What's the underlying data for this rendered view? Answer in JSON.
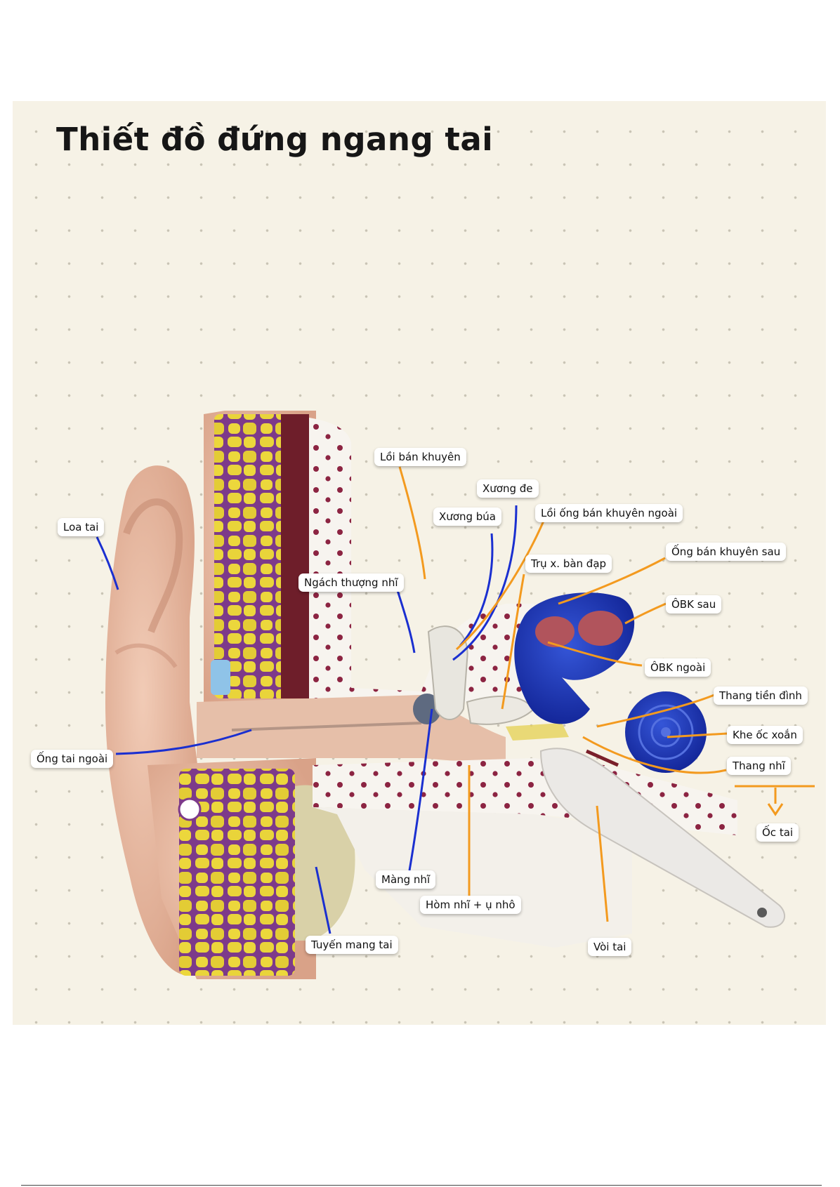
{
  "title": "Thiết đồ đứng ngang tai",
  "labels": {
    "loa_tai": "Loa tai",
    "ong_tai_ngoai": "Ống tai ngoài",
    "loi_ban_khuyen": "Lồi bán khuyên",
    "xuong_de": "Xương đe",
    "xuong_bua": "Xương búa",
    "loi_ong_ban_khuyen_ngoai": "Lồi ống bán khuyên ngoài",
    "tru_x_ban_dap": "Trụ x. bàn đạp",
    "ong_ban_khuyen_sau": "Ống bán khuyên sau",
    "obk_sau": "ÔBK sau",
    "obk_ngoai": "ÔBK ngoài",
    "ngach_thuong_nhi": "Ngách thượng nhĩ",
    "thang_tien_dinh": "Thang tiền đình",
    "khe_oc_xoan": "Khe ốc xoắn",
    "thang_nhi": "Thang nhĩ",
    "oc_tai": "Ốc tai",
    "mang_nhi": "Màng nhĩ",
    "hom_nhi_u_nho": "Hòm nhĩ + ụ nhô",
    "tuyen_mang_tai": "Tuyến mang tai",
    "voi_tai": "Vòi tai"
  },
  "colors": {
    "background": "#f6f2e6",
    "blue_leader": "#1a2fd0",
    "orange_leader": "#f39a1f",
    "skin": "#e9bda6",
    "bone": "#f7f4ef",
    "fat": "#e9d43a",
    "inner_ear_blue": "#1c3aa6"
  }
}
